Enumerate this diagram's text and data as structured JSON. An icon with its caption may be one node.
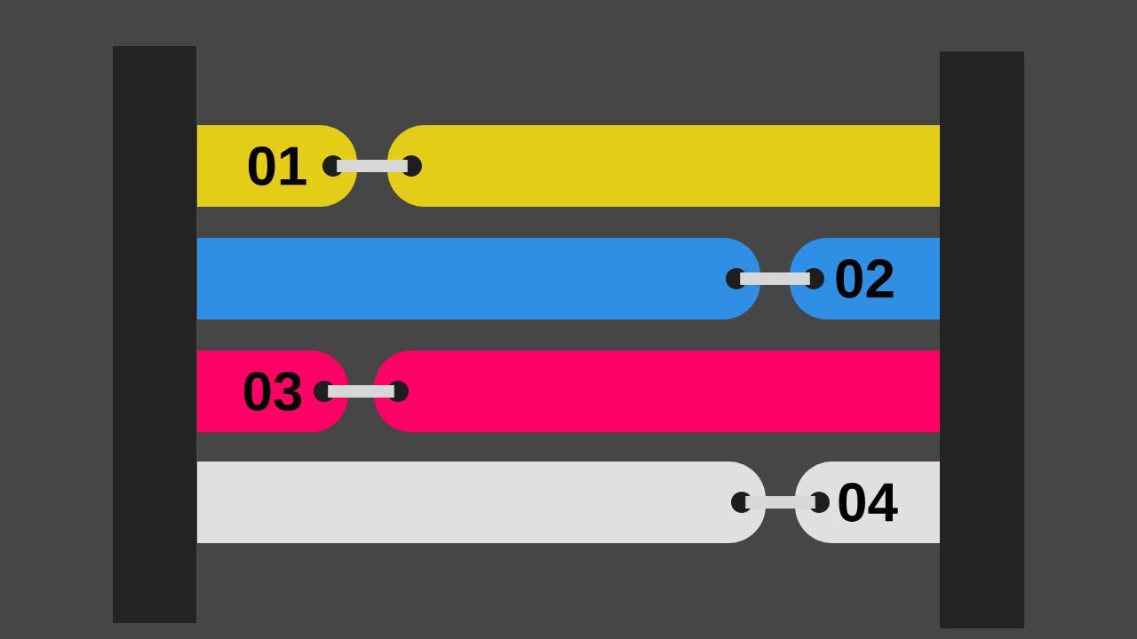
{
  "diagram": {
    "nodes": [
      {
        "text": [],
        "shape": "box"
      },
      {
        "text": [],
        "shape": "box"
      },
      {
        "text": [
          "01"
        ]
      },
      {
        "text": [],
        "shape": "bar"
      },
      {
        "text": [],
        "shape": "bar"
      },
      {
        "text": [
          "02"
        ]
      },
      {
        "text": [
          "03"
        ]
      },
      {
        "text": [],
        "shape": "bar"
      },
      {
        "text": [],
        "shape": "bar"
      },
      {
        "text": [
          "04"
        ]
      }
    ],
    "edges": [
      {
        "from": 2,
        "to": 3,
        "arrow": "none"
      },
      {
        "from": 4,
        "to": 5,
        "arrow": "none"
      },
      {
        "from": 6,
        "to": 7,
        "arrow": "none"
      },
      {
        "from": 8,
        "to": 9,
        "arrow": "none"
      }
    ]
  }
}
